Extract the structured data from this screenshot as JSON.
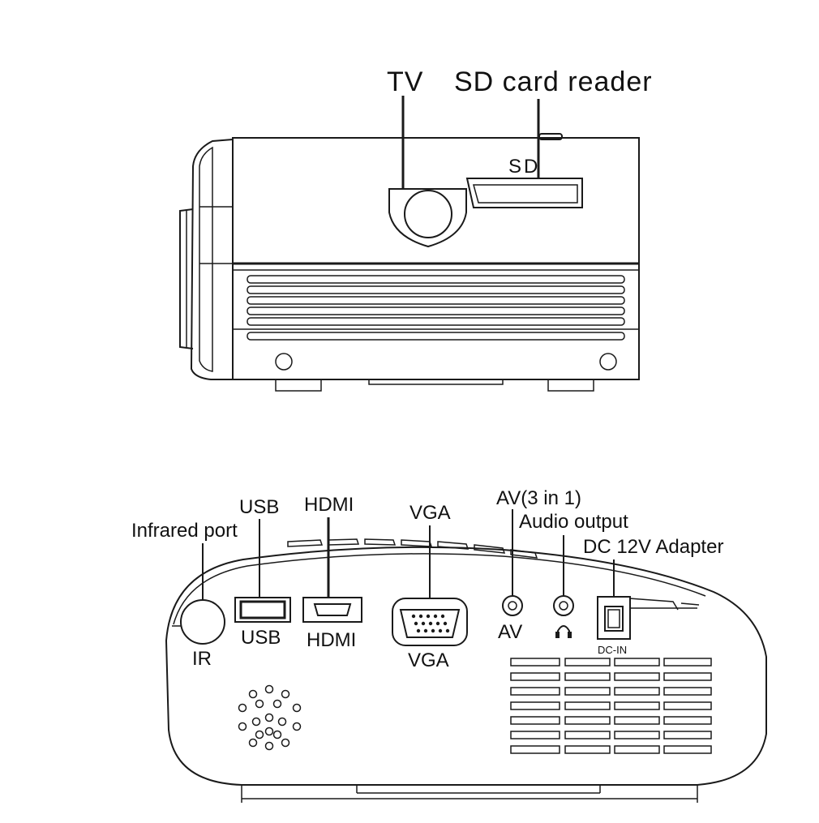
{
  "top_view": {
    "callouts": {
      "tv": "TV",
      "sd_card_reader": "SD card reader"
    },
    "slot_label": "SD"
  },
  "rear_view": {
    "callouts": {
      "infrared_port": "Infrared port",
      "usb": "USB",
      "hdmi": "HDMI",
      "vga": "VGA",
      "av": "AV(3 in 1)",
      "audio_output": "Audio output",
      "dc_adapter": "DC 12V Adapter"
    },
    "port_labels": {
      "ir": "IR",
      "usb": "USB",
      "hdmi": "HDMI",
      "vga": "VGA",
      "av": "AV",
      "dc_in": "DC-IN"
    },
    "icons": {
      "audio": "headphones-icon"
    }
  }
}
